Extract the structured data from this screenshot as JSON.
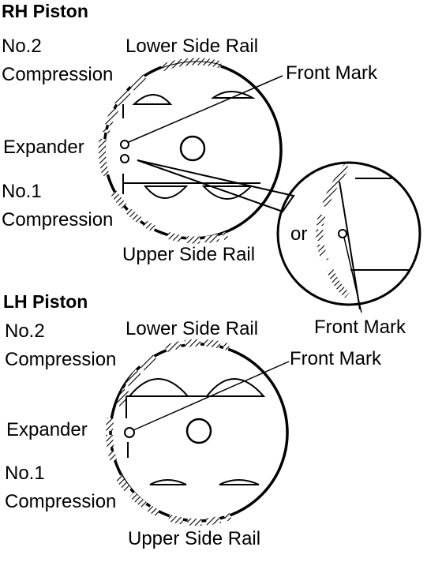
{
  "rh": {
    "title": "RH Piston",
    "no2": "No.2",
    "compression_top": "Compression",
    "lower_side_rail": "Lower Side Rail",
    "front_mark": "Front Mark",
    "expander": "Expander",
    "no1": "No.1",
    "compression_bottom": "Compression",
    "upper_side_rail": "Upper Side Rail"
  },
  "detail": {
    "or": "or",
    "front_mark": "Front Mark"
  },
  "lh": {
    "title": "LH Piston",
    "no2": "No.2",
    "compression_top": "Compression",
    "lower_side_rail": "Lower Side Rail",
    "front_mark": "Front Mark",
    "expander": "Expander",
    "no1": "No.1",
    "compression_bottom": "Compression",
    "upper_side_rail": "Upper Side Rail"
  }
}
